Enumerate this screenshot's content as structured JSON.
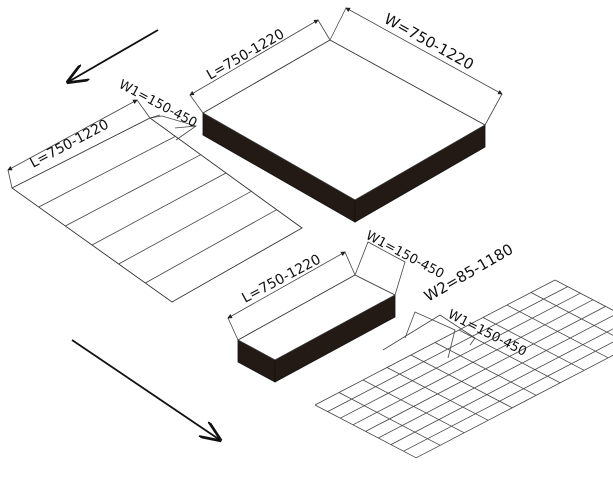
{
  "labels": {
    "slab_length": "L=750-1220",
    "slab_width": "W=750-1220",
    "planks_width": "W1=150-450",
    "planks_length": "L=750-1220",
    "bar_width": "W1=150-450",
    "bar_length": "L=750-1220",
    "tiles_width2": "W2=85-1180",
    "tiles_width1": "W1=150-450"
  },
  "icons": [
    "arrow-left-down-icon",
    "arrow-right-down-icon"
  ],
  "colors": {
    "dark_side": "#231a15",
    "line": "#333333"
  }
}
